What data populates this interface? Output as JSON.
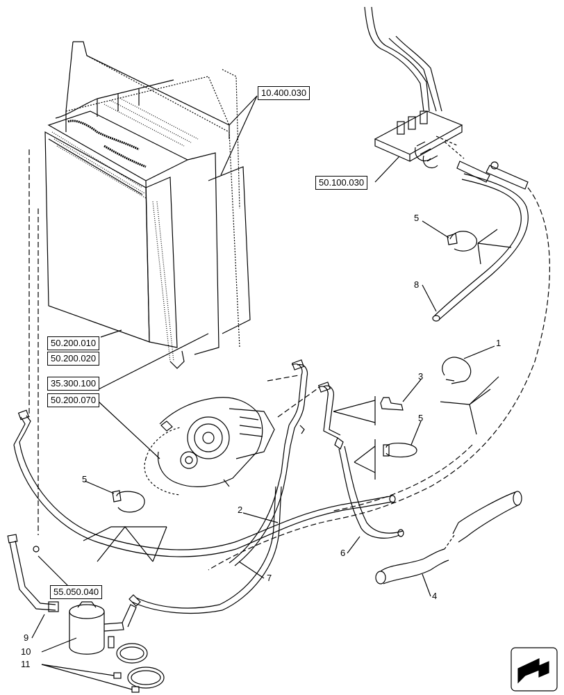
{
  "references": {
    "r_10400030": "10.400.030",
    "r_50100030": "50.100.030",
    "r_50200010": "50.200.010",
    "r_50200020": "50.200.020",
    "r_35300100": "35.300.100",
    "r_50200070": "50.200.070",
    "r_55050040": "55.050.040"
  },
  "callouts": {
    "c1": "1",
    "c2": "2",
    "c3": "3",
    "c4": "4",
    "c5a": "5",
    "c5b": "5",
    "c5c": "5",
    "c6": "6",
    "c7": "7",
    "c8": "8",
    "c9": "9",
    "c10": "10",
    "c11": "11"
  },
  "icons": {
    "nav": "arrow-corner-icon"
  }
}
